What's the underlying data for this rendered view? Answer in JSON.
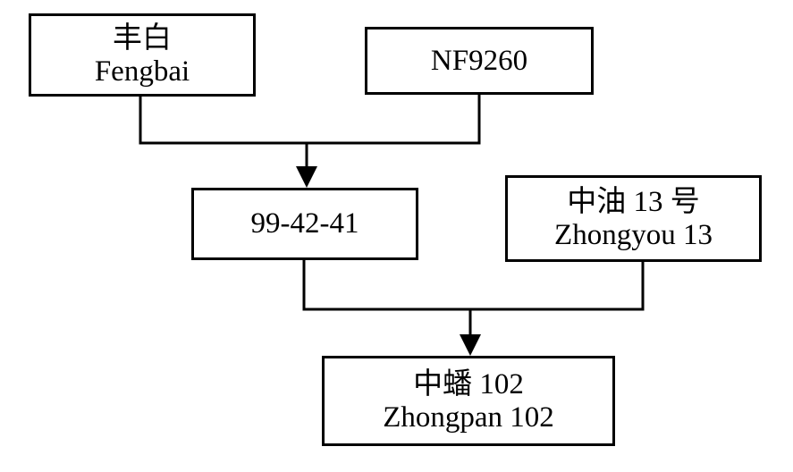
{
  "diagram": {
    "nodes": {
      "fengbai": {
        "line1": "丰白",
        "line2": "Fengbai"
      },
      "nf9260": {
        "line1": "NF9260"
      },
      "cross_99_42_41": {
        "line1": "99-42-41"
      },
      "zhongyou13": {
        "line1": "中油 13 号",
        "line2": "Zhongyou 13"
      },
      "zhongpan102": {
        "line1": "中蟠 102",
        "line2": "Zhongpan 102"
      }
    },
    "colors": {
      "stroke": "#000000",
      "background": "#ffffff"
    }
  }
}
